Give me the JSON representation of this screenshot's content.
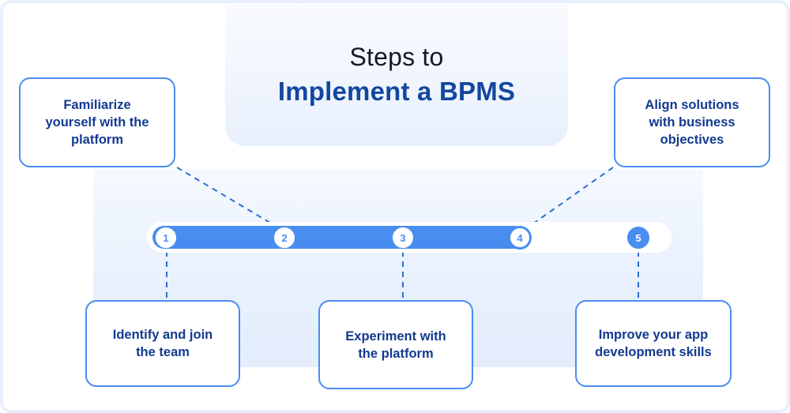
{
  "header": {
    "title_line1": "Steps to",
    "title_line2": "Implement a BPMS"
  },
  "colors": {
    "accent_blue": "#4a8df0",
    "title_navy": "#12479e",
    "card_text_navy": "#133a8f",
    "panel_light": "#e9f1fd",
    "track_white": "#ffffff"
  },
  "progress": {
    "filled_steps": 4,
    "total_steps": 5,
    "steps": [
      {
        "number": "1",
        "style": "plain"
      },
      {
        "number": "2",
        "style": "plain"
      },
      {
        "number": "3",
        "style": "plain"
      },
      {
        "number": "4",
        "style": "ringed"
      },
      {
        "number": "5",
        "style": "solid"
      }
    ]
  },
  "cards": {
    "top_left": {
      "line1": "Familiarize",
      "line2": "yourself with the",
      "line3": "platform",
      "step": "2"
    },
    "top_right": {
      "line1": "Align solutions",
      "line2": "with business",
      "line3": "objectives",
      "step": "4"
    },
    "bottom_left": {
      "line1": "Identify and join",
      "line2": "the team",
      "step": "1"
    },
    "bottom_center": {
      "line1": "Experiment with",
      "line2": "the platform",
      "step": "3"
    },
    "bottom_right": {
      "line1": "Improve your app",
      "line2": "development skills",
      "step": "5"
    }
  }
}
